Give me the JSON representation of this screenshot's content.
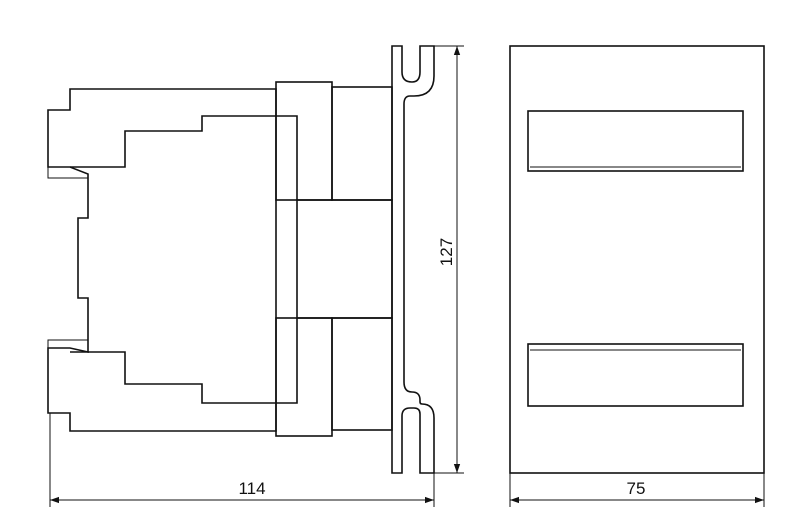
{
  "drawing": {
    "dimensions": {
      "side_depth": "114",
      "height": "127",
      "front_width": "75"
    }
  }
}
